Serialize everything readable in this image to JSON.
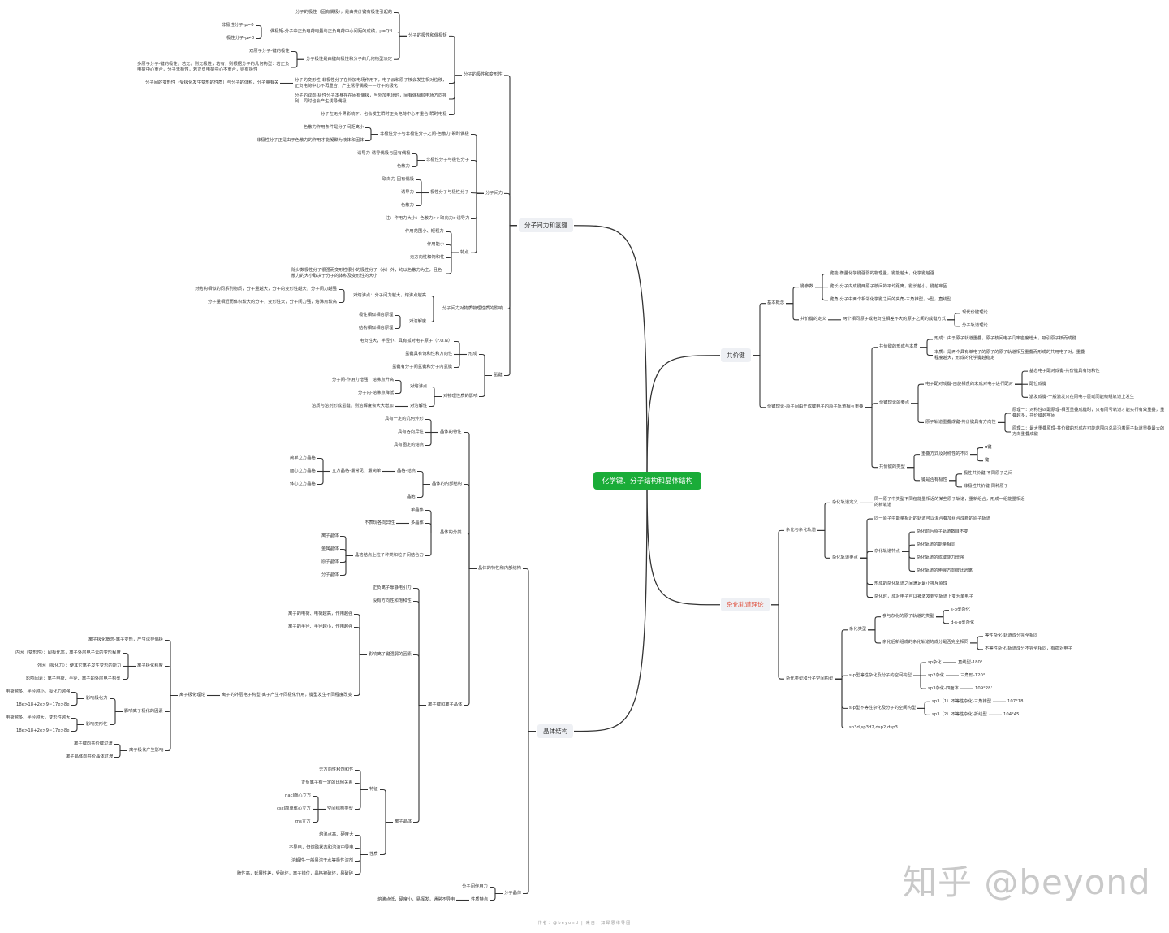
{
  "root": {
    "t": "化学键、分子结构和晶体结构"
  },
  "colors": {
    "root_bg": "#1aac38",
    "accent_red": "#e0523f",
    "line": "#333333"
  },
  "left": [
    {
      "t": "分子间力和氢键",
      "c": [
        {
          "t": "分子的极性和变形性",
          "c": [
            {
              "t": "分子的极性和偶极矩",
              "c": [
                {
                  "t": "分子的极性（固有偶极），是由共价键有极性引起的"
                },
                {
                  "t": "偶极矩-分子中正负电荷电量与正负电荷中心间距的成绩，μ=Q*l",
                  "c": [
                    {
                      "t": "非极性分子-μ=0"
                    },
                    {
                      "t": "极性分子-μ≠0"
                    }
                  ]
                },
                {
                  "t": "分子极性是由键的极性和分子的几何构型决定",
                  "c": [
                    {
                      "t": "双原子分子-键的极性"
                    },
                    {
                      "t": "多原子分子-键的极性，若无，则无极性，若有，则根据分子的几何构型：若正负电荷中心重合，分子无极性，若正负电荷中心不重合，则有极性"
                    }
                  ]
                }
              ]
            },
            {
              "t": "分子的变形性-非极性分子在外加电场作用下，电子云和原子核会发生相对位移，正负电荷中心不再重合，产生诱导偶极——分子的极化",
              "c": [
                {
                  "t": "分子间的变形性（受极化发生变形的性质）与分子的体积，分子量有关"
                }
              ]
            },
            {
              "t": "分子的取向-极性分子本身存在固有偶极，当外加电场时，固有偶极顺电场方向排列；同时也会产生诱导偶极"
            },
            {
              "t": "分子在无外界影响下，也会发生瞬时正负电荷中心不重合-瞬时电极"
            }
          ]
        },
        {
          "t": "分子间力",
          "c": [
            {
              "t": "非极性分子与非极性分子之间-色散力-瞬时偶极",
              "c": [
                {
                  "t": "色散力作用条件是分子间距离小"
                },
                {
                  "t": "非极性分子正是由于色散力的作用才能凝聚为液体和固体"
                }
              ]
            },
            {
              "t": "非极性分子与极性分子",
              "c": [
                {
                  "t": "诱导力-诱导偶极与固有偶极"
                },
                {
                  "t": "色散力"
                }
              ]
            },
            {
              "t": "极性分子与极性分子",
              "c": [
                {
                  "t": "取向力-固有偶极"
                },
                {
                  "t": "诱导力"
                },
                {
                  "t": "色散力"
                }
              ]
            },
            {
              "t": "注：作用力大小：色散力>>取向力>诱导力"
            },
            {
              "t": "特点",
              "c": [
                {
                  "t": "作用范围小、短程力"
                },
                {
                  "t": "作用能小"
                },
                {
                  "t": "无方向性和饱和性"
                },
                {
                  "t": "除少数极性分子很强而变形性很小的极性分子（水）外，均以色散力为主，且色散力的大小取决于分子的体积及变形性的大小"
                }
              ]
            }
          ]
        },
        {
          "t": "分子间力对物质物理性质的影响",
          "c": [
            {
              "t": "对熔沸点：分子间力越大，熔沸点越高",
              "c": [
                {
                  "t": "对结构相似的同系列物质，分子量越大，分子的变形性越大，分子间力越强"
                },
                {
                  "t": "分子量相近而体积较大的分子，变形性大，分子间力强，熔沸点较高"
                }
              ]
            },
            {
              "t": "对溶解度",
              "c": [
                {
                  "t": "极性相似相容原理"
                },
                {
                  "t": "结构相似相容原理"
                }
              ]
            }
          ]
        },
        {
          "t": "氢键",
          "c": [
            {
              "t": "形成",
              "c": [
                {
                  "t": "电负性大，半径小，具有孤对电子原子（F.O.N）"
                },
                {
                  "t": "氢键具有饱和性和方向性"
                },
                {
                  "t": "氢键有分子间氢键和分子内氢键"
                }
              ]
            },
            {
              "t": "对物理性质的影响",
              "c": [
                {
                  "t": "对熔沸点",
                  "c": [
                    {
                      "t": "分子间-作用力增强，熔沸点升高"
                    },
                    {
                      "t": "分子内-熔沸点降低"
                    }
                  ]
                },
                {
                  "t": "对溶解性",
                  "c": [
                    {
                      "t": "溶质与溶剂形成氢键，则溶解度会大大增加"
                    }
                  ]
                }
              ]
            }
          ]
        }
      ]
    },
    {
      "t": "晶体结构",
      "c": [
        {
          "t": "晶体的特性和内部结构",
          "c": [
            {
              "t": "晶体的特性",
              "c": [
                {
                  "t": "具有一定的几何外形"
                },
                {
                  "t": "具有各向异性"
                },
                {
                  "t": "具有固定的熔点"
                }
              ]
            },
            {
              "t": "晶体的内部结构",
              "c": [
                {
                  "t": "晶格-结点",
                  "c": [
                    {
                      "t": "立方晶格-最常见，最简单",
                      "c": [
                        {
                          "t": "简单立方晶格"
                        },
                        {
                          "t": "面心立方晶格"
                        },
                        {
                          "t": "体心立方晶格"
                        }
                      ]
                    }
                  ]
                },
                {
                  "t": "晶胞"
                }
              ]
            },
            {
              "t": "晶体的分类",
              "c": [
                {
                  "t": "单晶体"
                },
                {
                  "t": "多晶体",
                  "c": [
                    {
                      "t": "不表现各向异性"
                    }
                  ]
                },
                {
                  "t": "晶格结点上粒子种类和粒子间结合力",
                  "c": [
                    {
                      "t": "离子晶体"
                    },
                    {
                      "t": "金属晶体"
                    },
                    {
                      "t": "原子晶体"
                    },
                    {
                      "t": "分子晶体"
                    }
                  ]
                }
              ]
            },
            {
              "t": "离子键和离子晶体",
              "c": [
                {
                  "t": "正负离子靠静电引力"
                },
                {
                  "t": "没有方向性和饱和性"
                },
                {
                  "t": "影响离子键强弱的因素",
                  "c": [
                    {
                      "t": "离子的电荷、电荷越高，作用越强"
                    },
                    {
                      "t": "离子的半径、半径越小，作用越强"
                    },
                    {
                      "t": "离子的外层电子构型-离子产生不同极化作用，键型发生不同程度改变",
                      "c": [
                        {
                          "t": "离子极化理论",
                          "c": [
                            {
                              "t": "离子极化概念-离子变形，产生诱导偶极"
                            },
                            {
                              "t": "离子极化程度",
                              "c": [
                                {
                                  "t": "内因（变形性）：即极化率，离子外层电子云的变形程度"
                                },
                                {
                                  "t": "外因（极化力）：使其它离子发生变形的能力"
                                },
                                {
                                  "t": "影响因素：离子电荷、半径、离子的外层电子构型"
                                }
                              ]
                            },
                            {
                              "t": "影响离子极化的因素",
                              "c": [
                                {
                                  "t": "影响极化力",
                                  "c": [
                                    {
                                      "t": "电荷越多、半径越小，极化力越强"
                                    },
                                    {
                                      "t": "18e>18+2e>9~17e>8e"
                                    }
                                  ]
                                },
                                {
                                  "t": "影响变形性",
                                  "c": [
                                    {
                                      "t": "电荷越多、半径越大，变形性越大"
                                    },
                                    {
                                      "t": "18e>18+2e>9~17e>8e"
                                    }
                                  ]
                                }
                              ]
                            },
                            {
                              "t": "离子极化产生影响",
                              "c": [
                                {
                                  "t": "离子键向共价键过渡"
                                },
                                {
                                  "t": "离子晶体向共价晶体过渡"
                                }
                              ]
                            }
                          ]
                        }
                      ]
                    }
                  ]
                },
                {
                  "t": "离子晶体",
                  "c": [
                    {
                      "t": "特征",
                      "c": [
                        {
                          "t": "无方向性和饱和性"
                        },
                        {
                          "t": "正负离子有一定的比例关系"
                        },
                        {
                          "t": "空间结构类型",
                          "c": [
                            {
                              "t": "nacl面心立方"
                            },
                            {
                              "t": "cscl简单体心立方"
                            },
                            {
                              "t": "zns立方"
                            }
                          ]
                        }
                      ]
                    },
                    {
                      "t": "性质",
                      "c": [
                        {
                          "t": "熔沸点高、硬度大"
                        },
                        {
                          "t": "不导电，但熔融状态和溶液中导电"
                        },
                        {
                          "t": "溶解性-一般易溶于水等极性溶剂"
                        },
                        {
                          "t": "脆性高，延展性差，受破坏，离子错位，晶格被破坏，易破碎"
                        }
                      ]
                    }
                  ]
                }
              ]
            }
          ]
        },
        {
          "t": "分子晶体",
          "c": [
            {
              "t": "分子间作用力"
            },
            {
              "t": "性质特点",
              "c": [
                {
                  "t": "熔沸点低，硬度小，易挥发，通常不导电"
                }
              ]
            }
          ]
        }
      ]
    }
  ],
  "right": [
    {
      "t": "共价键",
      "c": [
        {
          "t": "基本概念",
          "c": [
            {
              "t": "键参数",
              "c": [
                {
                  "t": "键能-衡量化学键强弱的物理量，键能越大，化学键越强"
                },
                {
                  "t": "键长-分子内成键两原子核间的平均距离，键长越小，键越牢固"
                },
                {
                  "t": "键角-分子中两个相邻化学键之间的夹角-三角锥型，v型，直线型"
                }
              ]
            },
            {
              "t": "共价键的定义",
              "c": [
                {
                  "t": "两个相同原子或电负性相差不大的原子之间的成键方式",
                  "c": [
                    {
                      "t": "现代价键理论"
                    },
                    {
                      "t": "分子轨道理论"
                    }
                  ]
                }
              ]
            }
          ]
        },
        {
          "t": "价键理论-原子间由于成键电子的原子轨道相互重叠",
          "c": [
            {
              "t": "共价键的形成与本质",
              "c": [
                {
                  "t": "形成：由于原子轨道重叠，原子核间电子几率密度增大，吸引原子核而成键"
                },
                {
                  "t": "本质：是两个具有单电子的原子的原子轨道相互重叠而形成的共用电子对，重叠程度越大，形成的化学键越稳定"
                }
              ]
            },
            {
              "t": "价键理论的要点",
              "c": [
                {
                  "t": "电子配对成键-自旋相反的未成对电子进行配对",
                  "c": [
                    {
                      "t": "基态电子配对成键-共价键具有饱和性"
                    },
                    {
                      "t": "配位成键"
                    },
                    {
                      "t": "激发成键-一般激发只在同电子层或同能级组轨道上发生"
                    }
                  ]
                },
                {
                  "t": "原子轨道重叠成键-共价键具有方向性",
                  "c": [
                    {
                      "t": "原理一：对称性匹配原理-相互重叠成键时，只有同号轨道才能实行有效重叠，重叠越多，共价键越牢固"
                    },
                    {
                      "t": "原理二：最大重叠原理-共价键的形成在可能范围内总是沿着原子轨道重叠最大的方向重叠成键"
                    }
                  ]
                }
              ]
            },
            {
              "t": "共价键的类型",
              "c": [
                {
                  "t": "重叠方式及对称性的不同",
                  "c": [
                    {
                      "t": "π键"
                    },
                    {
                      "t": "键"
                    }
                  ]
                },
                {
                  "t": "键是否有极性",
                  "c": [
                    {
                      "t": "极性共价键-不同原子之间"
                    },
                    {
                      "t": "非极性共价键-同种原子"
                    }
                  ]
                }
              ]
            }
          ]
        }
      ]
    },
    {
      "t": "杂化轨道理论",
      "accent": true,
      "c": [
        {
          "t": "杂化与杂化轨道",
          "c": [
            {
              "t": "杂化轨道定义",
              "c": [
                {
                  "t": "同一原子中类型不同但能量相近的某些原子轨道，重新组合，形成一组能量相近的新轨道"
                }
              ]
            },
            {
              "t": "杂化轨道要点",
              "c": [
                {
                  "t": "同一原子中能量相近的轨道可以混合叠加组合成新的原子轨道"
                },
                {
                  "t": "杂化轨道特点",
                  "c": [
                    {
                      "t": "杂化前后原子轨道数目不变"
                    },
                    {
                      "t": "杂化轨道的能量相同"
                    },
                    {
                      "t": "杂化轨道的成键能力增强"
                    },
                    {
                      "t": "杂化轨道的伸展方向彼此远离"
                    }
                  ]
                },
                {
                  "t": "形成的杂化轨道之间满足最小排斥原理"
                },
                {
                  "t": "杂化时，成对电子可以被激发到空轨道上变为单电子"
                }
              ]
            }
          ]
        },
        {
          "t": "杂化类型和分子空间构型",
          "c": [
            {
              "t": "杂化类型",
              "c": [
                {
                  "t": "参与杂化的原子轨道的类型",
                  "c": [
                    {
                      "t": "s-p型杂化"
                    },
                    {
                      "t": "d-s-p型杂化"
                    }
                  ]
                },
                {
                  "t": "杂化后新组成的杂化轨道的成分是否完全相同",
                  "c": [
                    {
                      "t": "等性杂化-轨道成分完全相同"
                    },
                    {
                      "t": "不等性杂化-轨道成分不完全相同，有孤对电子"
                    }
                  ]
                }
              ]
            },
            {
              "t": "s-p型等性杂化及分子的空间构型",
              "c": [
                {
                  "t": "sp杂化",
                  "c": [
                    {
                      "t": "直线型-180°"
                    }
                  ]
                },
                {
                  "t": "sp2杂化",
                  "c": [
                    {
                      "t": "三角形-120°"
                    }
                  ]
                },
                {
                  "t": "sp3杂化-四面体",
                  "c": [
                    {
                      "t": "109°28'"
                    }
                  ]
                }
              ]
            },
            {
              "t": "s-p型不等性杂化及分子的空间构型",
              "c": [
                {
                  "t": "sp3（1）不等性杂化-三角锥型",
                  "c": [
                    {
                      "t": "107°18'"
                    }
                  ]
                },
                {
                  "t": "sp3（2）不等性杂化-折线型",
                  "c": [
                    {
                      "t": "104°45'"
                    }
                  ]
                }
              ]
            },
            {
              "t": "sp3d,sp3d2,dsp2,dsp3"
            }
          ]
        }
      ]
    }
  ],
  "footer": "作者：@beyond  |  来自：知犀思维导图",
  "watermark": "知乎 @beyond"
}
